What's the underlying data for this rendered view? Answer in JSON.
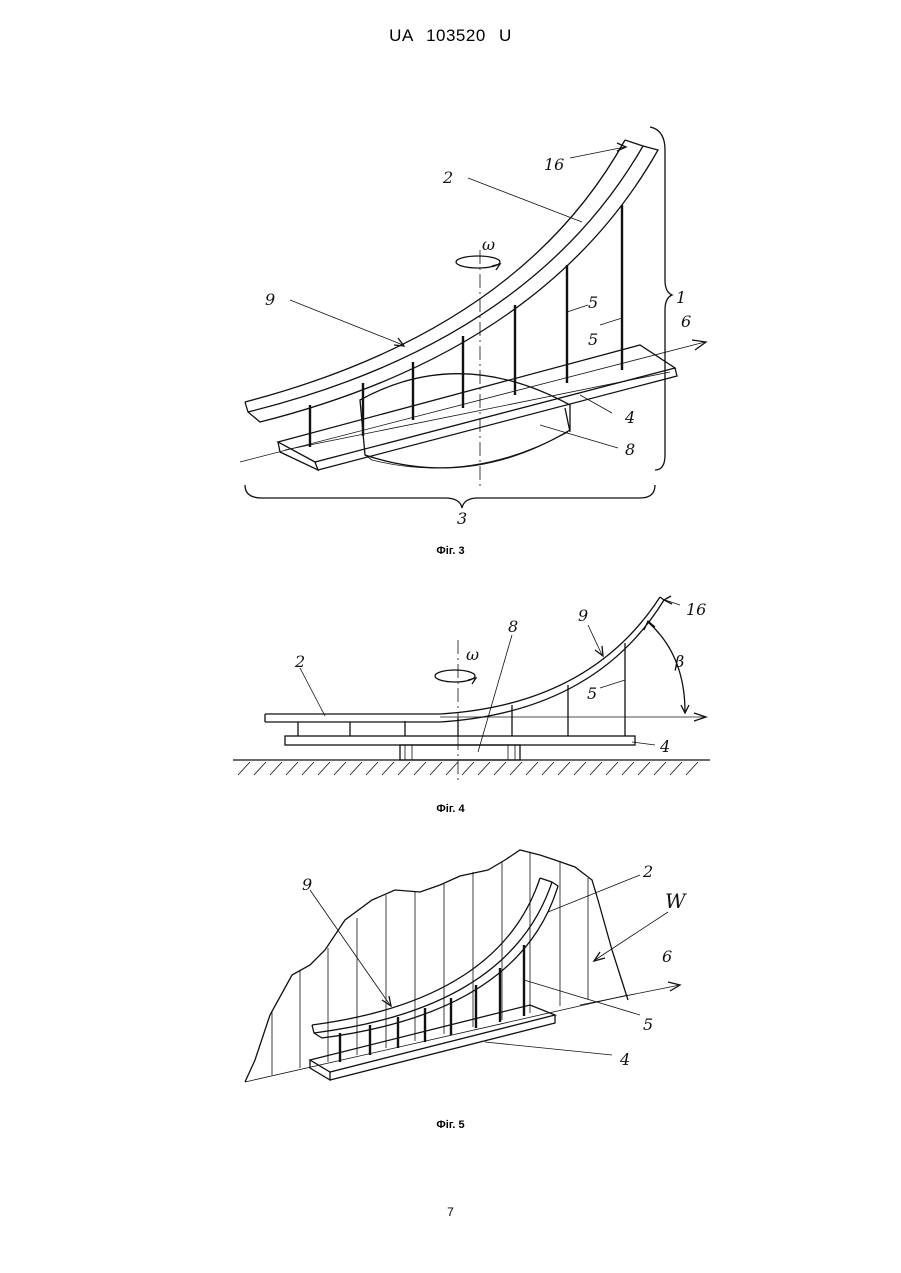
{
  "header": {
    "doc_number": "UA   103520   U"
  },
  "figures": [
    {
      "caption": "Фіг. 3",
      "labels": {
        "l2": "2",
        "l16": "16",
        "lw": "ω",
        "l9": "9",
        "l5a": "5",
        "l5b": "5",
        "l1": "1",
        "l6": "6",
        "l4": "4",
        "l8": "8",
        "l3": "3"
      }
    },
    {
      "caption": "Фіг. 4",
      "labels": {
        "l8": "8",
        "l9": "9",
        "l16": "16",
        "lw": "ω",
        "l2": "2",
        "lbeta": "β",
        "l5": "5",
        "l4": "4"
      }
    },
    {
      "caption": "Фіг. 5",
      "labels": {
        "l9": "9",
        "l2": "2",
        "lW": "W",
        "l6": "6",
        "l5": "5",
        "l4": "4"
      }
    }
  ],
  "page_number": "7"
}
